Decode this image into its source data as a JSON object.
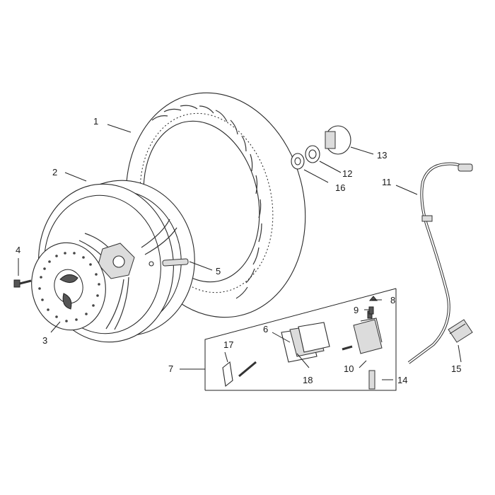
{
  "labels": {
    "tire": "1",
    "rim": "2",
    "brake_disc": "3",
    "disc_screw": "4",
    "valve": "5",
    "pads": "6",
    "caliper_kit": "7",
    "bleeder_cap": "8",
    "bleeder_valve": "9",
    "caliper": "10",
    "brake_hose": "11",
    "bearing": "12",
    "drive": "13",
    "caliper_screw": "14",
    "hose_clip": "15",
    "spacer": "16",
    "pad_pin": "17",
    "pad_spring": "18"
  }
}
